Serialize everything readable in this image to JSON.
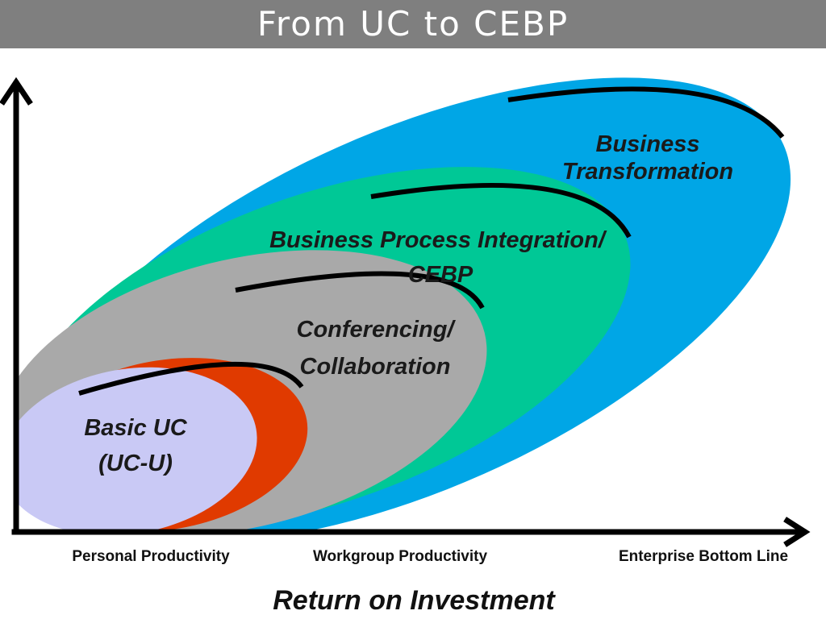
{
  "header": {
    "title": "From UC to CEBP"
  },
  "colors": {
    "title_bar": "#7f7f7f",
    "business_transformation": "#00a6e6",
    "business_process_integration": "#00c896",
    "conferencing_collaboration": "#a9a9a9",
    "basic_uc_accent": "#e03a00",
    "basic_uc": "#c9c9f5"
  },
  "zones": {
    "business_transformation": {
      "line1": "Business",
      "line2": "Transformation"
    },
    "business_process_integration": {
      "line1": "Business Process Integration/",
      "line2": "CEBP"
    },
    "conferencing_collaboration": {
      "line1": "Conferencing/",
      "line2": "Collaboration"
    },
    "basic_uc": {
      "line1": "Basic UC",
      "line2": "(UC-U)"
    }
  },
  "x_axis": {
    "ticks": [
      "Personal Productivity",
      "Workgroup Productivity",
      "Enterprise Bottom Line"
    ],
    "title": "Return on Investment"
  }
}
